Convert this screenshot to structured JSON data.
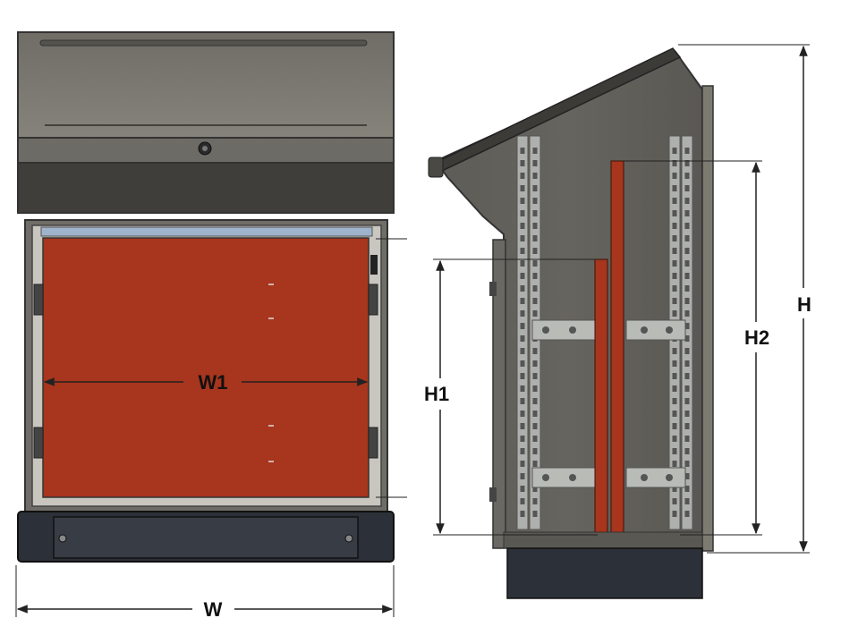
{
  "diagram": {
    "front_view": {
      "width_label": "W",
      "panel_width_label": "W1"
    },
    "side_view": {
      "height_label": "H",
      "rail_height_label": "H2",
      "panel_height_label": "H1"
    }
  },
  "colors": {
    "enclosure_body": "#7d7a72",
    "enclosure_dark": "#4a4944",
    "mounting_panel": "#a8351d",
    "rail": "#aeb0ad",
    "plinth": "#2c3038",
    "dimension_line": "#222222"
  }
}
